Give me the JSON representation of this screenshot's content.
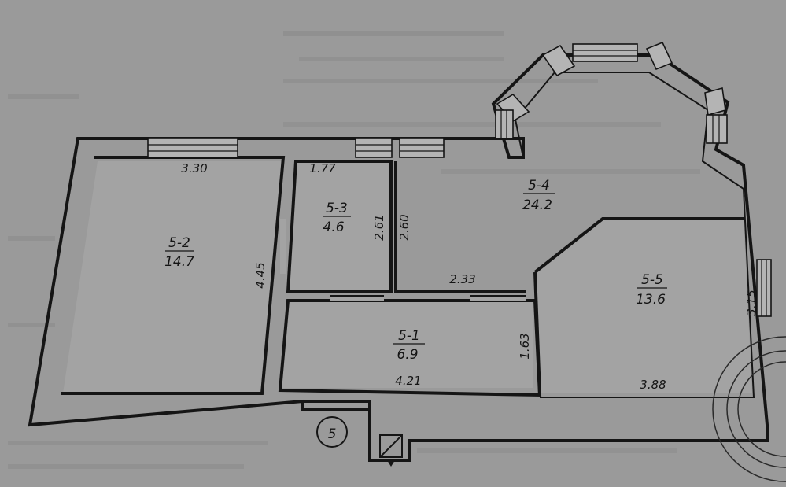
{
  "plan": {
    "apartment_number": "5",
    "rooms": [
      {
        "id": "5-1",
        "area": "6.9"
      },
      {
        "id": "5-2",
        "area": "14.7"
      },
      {
        "id": "5-3",
        "area": "4.6"
      },
      {
        "id": "5-4",
        "area": "24.2"
      },
      {
        "id": "5-5",
        "area": "13.6"
      }
    ],
    "dimensions": {
      "room2_width": "3.30",
      "room2_depth": "4.45",
      "room3_width": "1.77",
      "room3_depth": "2.61",
      "corridor_depth": "2.60",
      "corridor_width": "2.33",
      "room1_depth": "1.63",
      "room1_width": "4.21",
      "room5_width": "3.88",
      "room5_depth": "3.15"
    }
  }
}
